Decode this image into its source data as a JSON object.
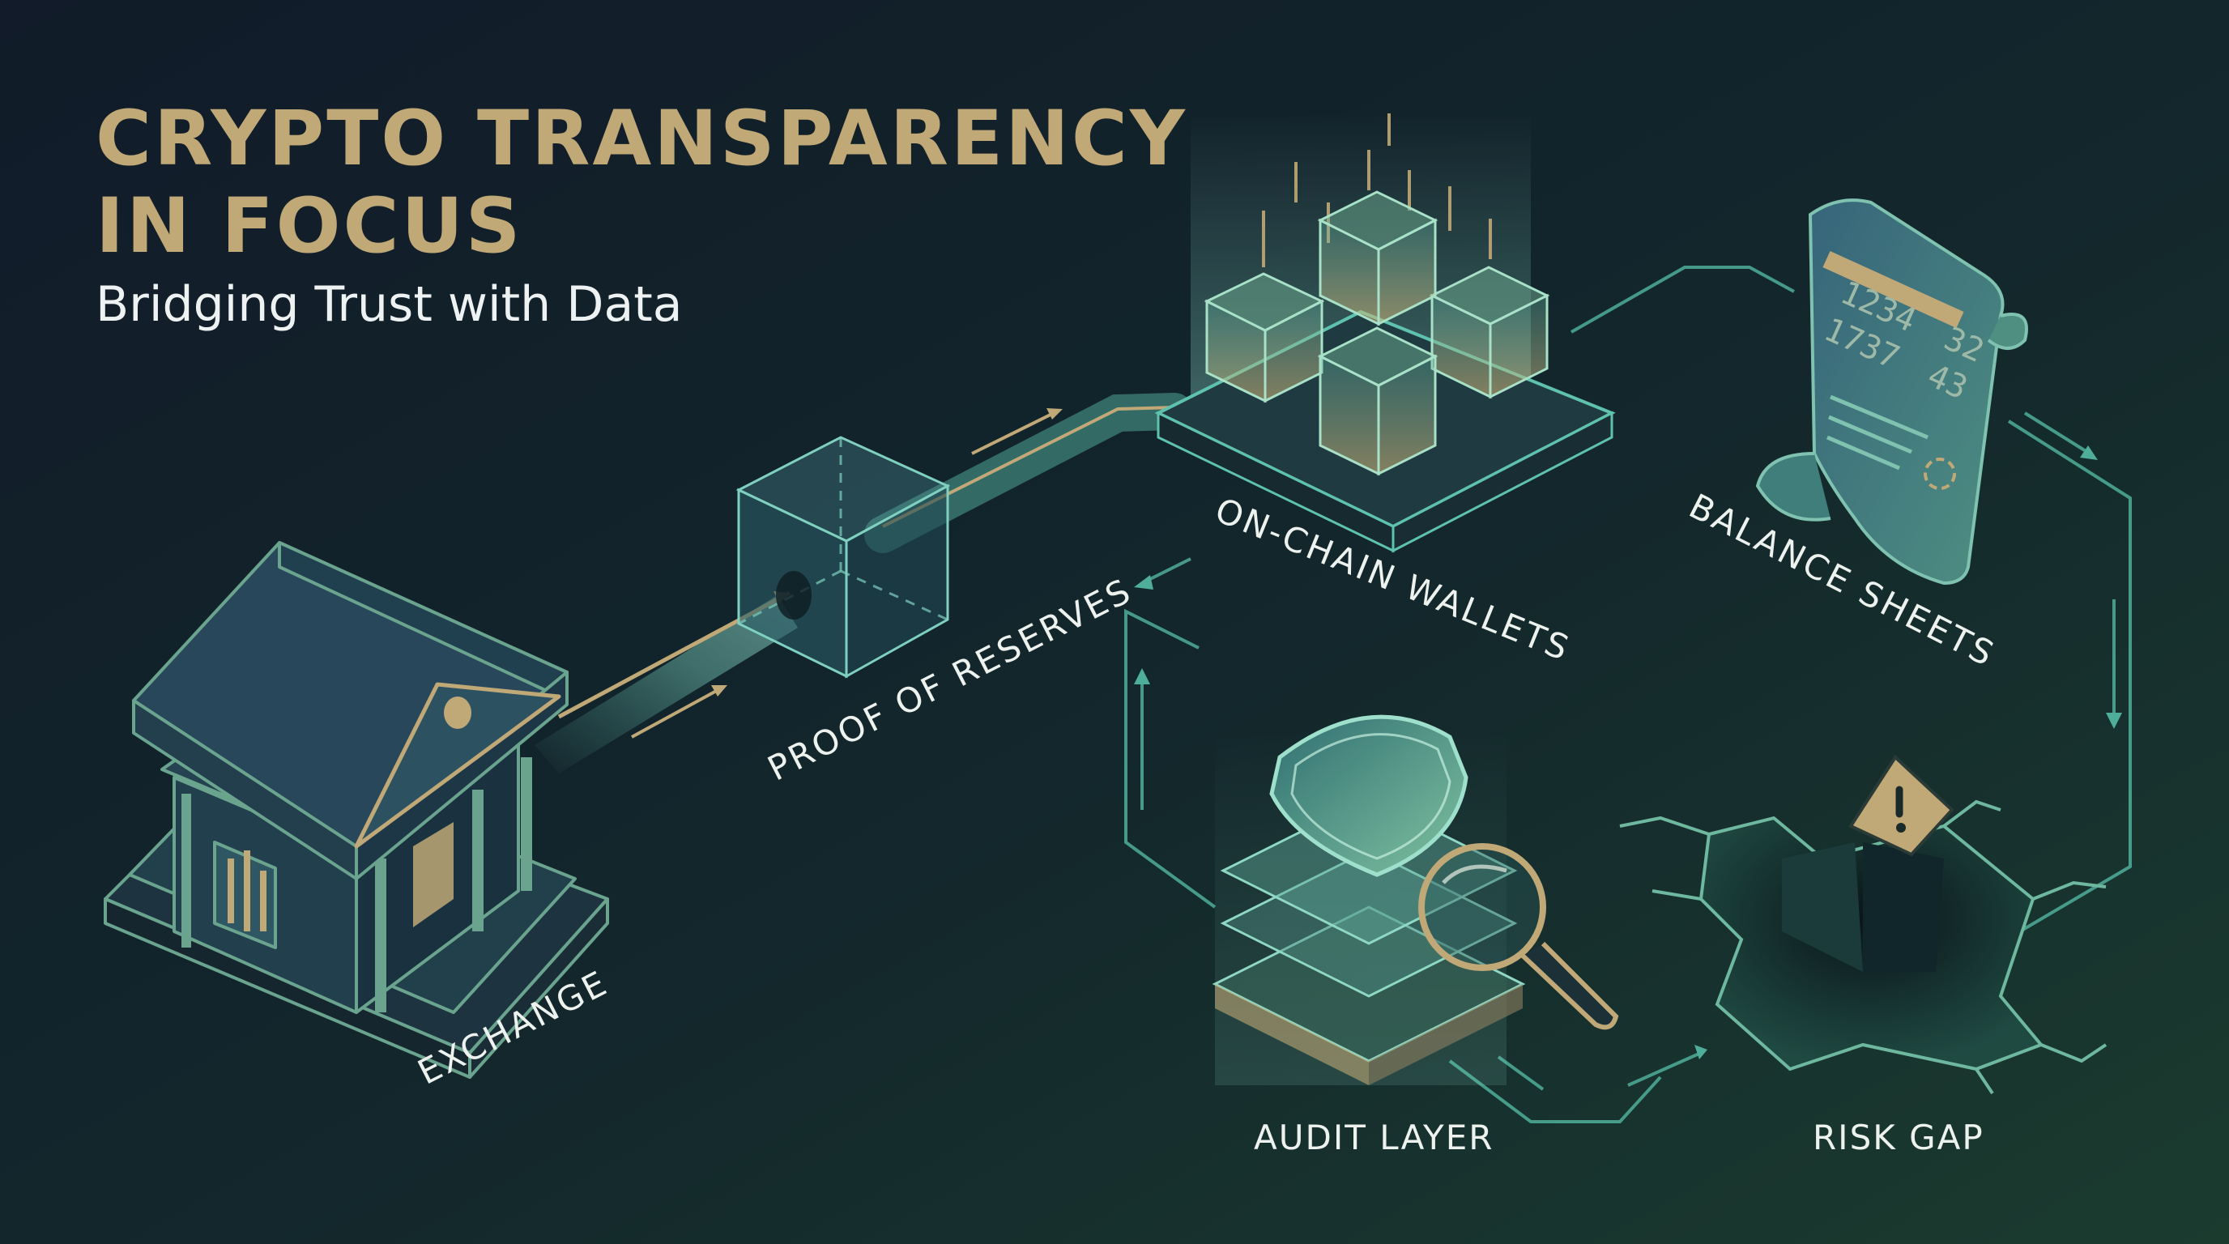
{
  "header": {
    "title_line1": "CRYPTO TRANSPARENCY",
    "title_line2": "IN FOCUS",
    "subtitle": "Bridging Trust with Data"
  },
  "nodes": {
    "exchange": "EXCHANGE",
    "proof_of_reserves": "PROOF OF RESERVES",
    "on_chain_wallets": "ON-CHAIN WALLETS",
    "balance_sheets": "BALANCE SHEETS",
    "audit_layer": "AUDIT LAYER",
    "risk_gap": "RISK GAP"
  },
  "document": {
    "row1_left": "1234",
    "row1_right": "32",
    "row2_left": "1737",
    "row2_right": "43"
  },
  "colors": {
    "gold": "#c0a877",
    "teal": "#5ec2ae",
    "background": "#10202a"
  },
  "icons": [
    "bank-icon",
    "cube-icon",
    "blocks-icon",
    "scroll-icon",
    "shield-icon",
    "magnifier-icon",
    "warning-icon",
    "crack-icon"
  ]
}
